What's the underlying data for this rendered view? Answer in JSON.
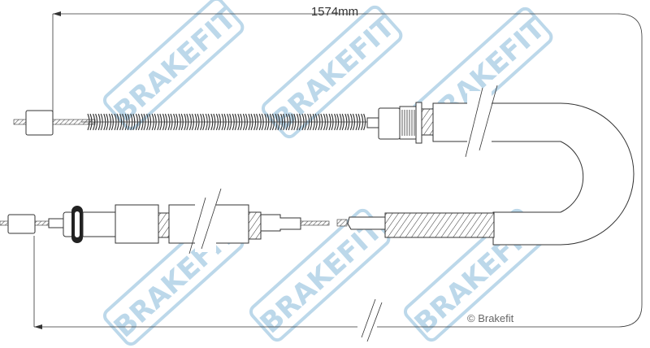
{
  "dimension": {
    "length_label": "1574mm"
  },
  "watermark": {
    "text": "BRAKEFIT"
  },
  "copyright": "© Brakefit",
  "colors": {
    "watermark": "#bcd8ea",
    "line": "#333333"
  }
}
